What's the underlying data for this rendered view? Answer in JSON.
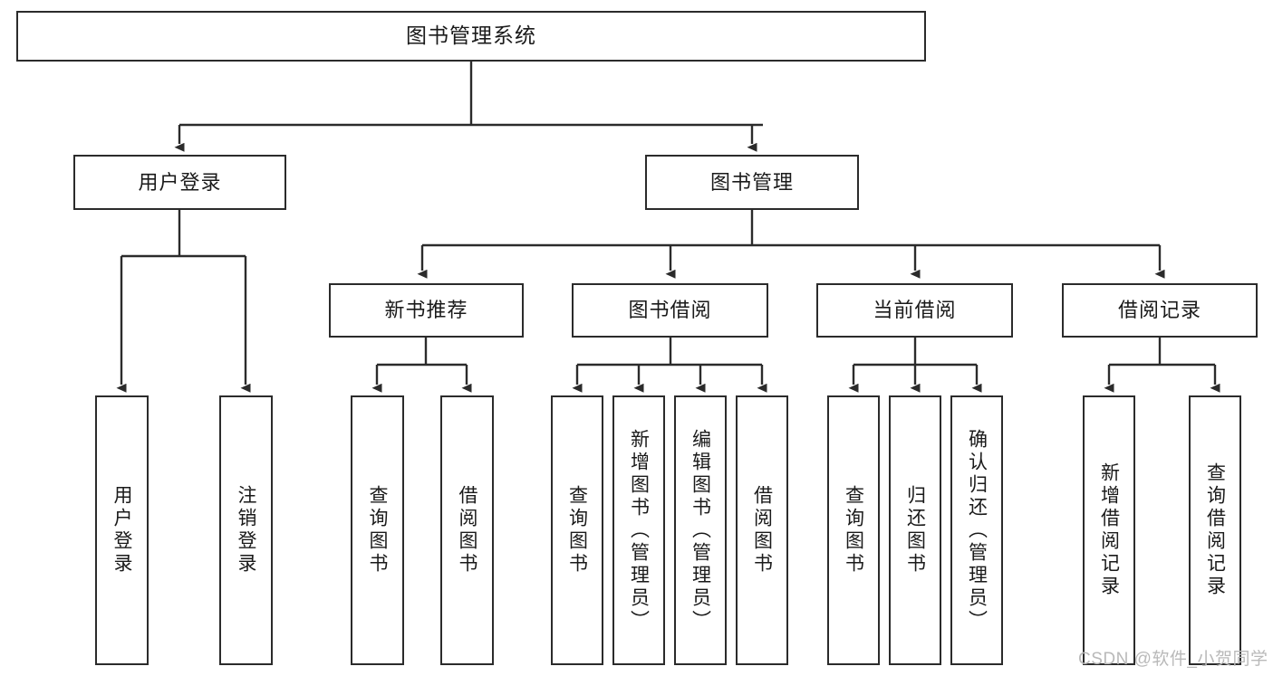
{
  "diagram": {
    "title": "图书管理系统",
    "type": "tree-hierarchy",
    "colors": {
      "box_border": "#2b2b2b",
      "box_fill": "#ffffff",
      "connector": "#2b2b2b",
      "text": "#1a1a1a",
      "watermark": "#b9b9b9",
      "background": "#ffffff"
    },
    "nodes": {
      "root": {
        "label": "图书管理系统"
      },
      "level2": [
        {
          "id": "user-login",
          "label": "用户登录"
        },
        {
          "id": "book-management",
          "label": "图书管理"
        }
      ],
      "level3": [
        {
          "id": "new-book-recommend",
          "label": "新书推荐"
        },
        {
          "id": "book-borrow",
          "label": "图书借阅"
        },
        {
          "id": "current-borrow",
          "label": "当前借阅"
        },
        {
          "id": "borrow-record",
          "label": "借阅记录"
        }
      ],
      "leaves": {
        "user_login": [
          {
            "id": "leaf-user-login",
            "label": "用户登录"
          },
          {
            "id": "leaf-logout-login",
            "label": "注销登录"
          }
        ],
        "new_book_recommend": [
          {
            "id": "leaf-query-book-1",
            "label": "查询图书"
          },
          {
            "id": "leaf-borrow-book-1",
            "label": "借阅图书"
          }
        ],
        "book_borrow": [
          {
            "id": "leaf-query-book-2",
            "label": "查询图书"
          },
          {
            "id": "leaf-add-book",
            "label": "新增图书（管理员）"
          },
          {
            "id": "leaf-edit-book",
            "label": "编辑图书（管理员）"
          },
          {
            "id": "leaf-borrow-book-2",
            "label": "借阅图书"
          }
        ],
        "current_borrow": [
          {
            "id": "leaf-query-book-3",
            "label": "查询图书"
          },
          {
            "id": "leaf-return-book",
            "label": "归还图书"
          },
          {
            "id": "leaf-confirm-return",
            "label": "确认归还（管理员）"
          }
        ],
        "borrow_record": [
          {
            "id": "leaf-add-borrow-record",
            "label": "新增借阅记录"
          },
          {
            "id": "leaf-query-borrow-record",
            "label": "查询借阅记录"
          }
        ]
      }
    },
    "watermark": "CSDN @软件_小贺同学"
  }
}
